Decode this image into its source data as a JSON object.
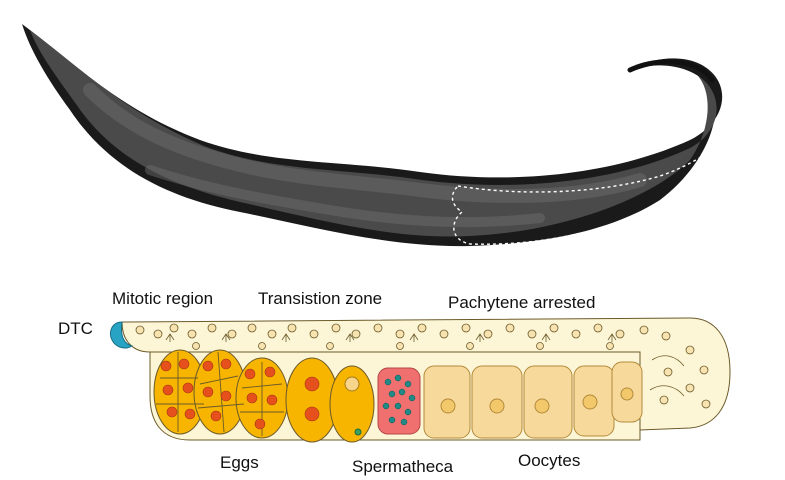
{
  "labels": {
    "dtc": "DTC",
    "mitotic": "Mitotic region",
    "transition": "Transistion zone",
    "pachytene": "Pachytene arrested",
    "eggs": "Eggs",
    "spermatheca": "Spermatheca",
    "oocytes": "Oocytes"
  },
  "colors": {
    "gonad_fill": "#fdf6d6",
    "gonad_stroke": "#6b5a2a",
    "dtc": "#29a3c4",
    "egg_fill": "#f7b500",
    "egg_nucleus": "#e6501d",
    "spermatheca_fill": "#f07070",
    "sperm_dot": "#1f8a86",
    "oocyte_fill": "#f8d99c",
    "oocyte_nucleus": "#f3c86a",
    "worm_body": "#4a4a4a"
  }
}
